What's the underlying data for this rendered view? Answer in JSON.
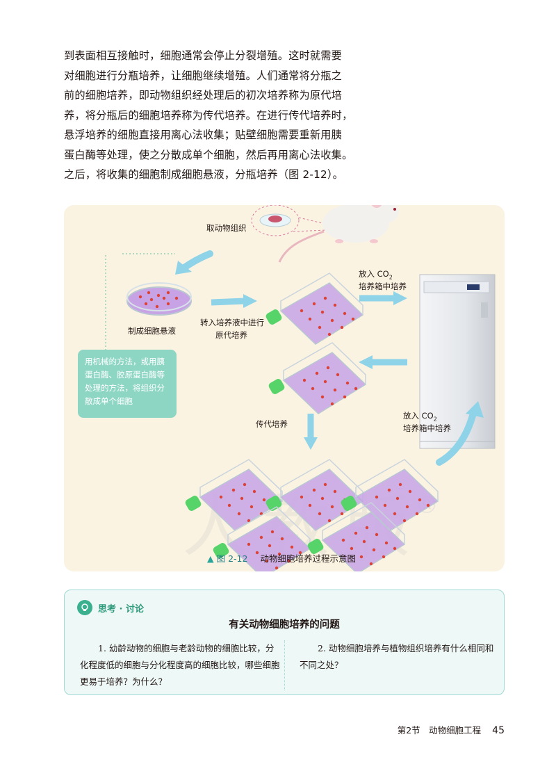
{
  "paragraph": {
    "lines": [
      "到表面相互接触时，细胞通常会停止分裂增殖。这时就需要",
      "对细胞进行分瓶培养，让细胞继续增殖。人们通常将分瓶之",
      "前的细胞培养，即动物组织经处理后的初次培养称为原代培",
      "养，将分瓶后的细胞培养称为传代培养。在进行传代培养时，",
      "悬浮培养的细胞直接用离心法收集；贴壁细胞需要重新用胰",
      "蛋白酶等处理，使之分散成单个细胞，然后再用离心法收集。",
      "之后，将收集的细胞制成细胞悬液，分瓶培养（图 2-12）。"
    ]
  },
  "figure": {
    "label_take_tissue": "取动物组织",
    "label_make_suspension": "制成细胞悬液",
    "label_transfer_1": "转入培养液中进行",
    "label_transfer_2": "原代培养",
    "label_co2_top_1": "放入 CO",
    "label_co2_top_2": "培养箱中培养",
    "label_co2_bottom_1": "放入 CO",
    "label_co2_bottom_2": "培养箱中培养",
    "co2_subscript": "2",
    "label_subculture": "传代培养",
    "note_box": "用机械的方法，或用胰蛋白酶、胶原蛋白酶等处理的方法，将组织分散成单个细胞",
    "caption_number": "图 2-12",
    "caption_title": "动物细胞培养过程示意图",
    "watermark": "人教版",
    "watermark_r": "®"
  },
  "discussion": {
    "header": "思考 · 讨论",
    "title": "有关动物细胞培养的问题",
    "q1": "1.  幼龄动物的细胞与老龄动物的细胞比较，分化程度低的细胞与分化程度高的细胞比较，哪些细胞更易于培养？为什么？",
    "q2": "2.  动物细胞培养与植物组织培养有什么相同和不同之处？"
  },
  "footer": {
    "section": "第2节　动物细胞工程",
    "page": "45"
  },
  "colors": {
    "figure_bg": "#fbf3e2",
    "arrow": "#8fd3e8",
    "flask_medium": "#c7a3e6",
    "cap_green": "#56d46a",
    "cell_red": "#d9443a",
    "note_bg": "#8ed6c4",
    "discussion_border": "#9fd9d3"
  }
}
